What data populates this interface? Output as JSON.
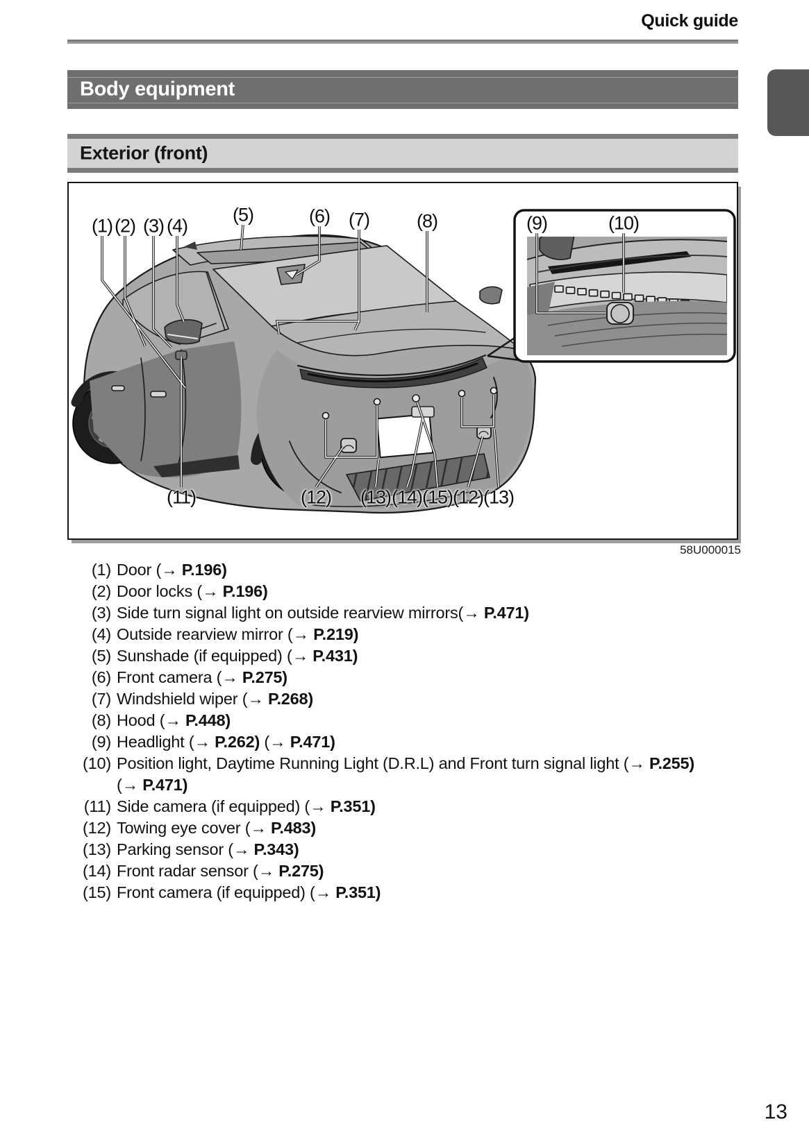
{
  "header": {
    "title": "Quick guide"
  },
  "section": {
    "title": "Body equipment"
  },
  "subsection": {
    "title": "Exterior (front)"
  },
  "figure": {
    "code": "58U000015",
    "callouts_top": [
      "(1)",
      "(2)",
      "(3)",
      "(4)",
      "(5)",
      "(6)",
      "(7)",
      "(8)"
    ],
    "callouts_inset": [
      "(9)",
      "(10)"
    ],
    "callouts_bottom": [
      "(11)",
      "(12)",
      "(13)",
      "(14)",
      "(15)",
      "(12)",
      "(13)"
    ]
  },
  "legend": {
    "items": [
      {
        "num": "(1)",
        "segments": [
          {
            "t": "Door (→ ",
            "b": false
          },
          {
            "t": "P.196)",
            "b": true
          }
        ]
      },
      {
        "num": "(2)",
        "segments": [
          {
            "t": "Door locks (→ ",
            "b": false
          },
          {
            "t": "P.196)",
            "b": true
          }
        ]
      },
      {
        "num": "(3)",
        "segments": [
          {
            "t": "Side turn signal light on outside rearview mirrors(→ ",
            "b": false
          },
          {
            "t": "P.471)",
            "b": true
          }
        ]
      },
      {
        "num": "(4)",
        "segments": [
          {
            "t": "Outside rearview mirror (→ ",
            "b": false
          },
          {
            "t": "P.219)",
            "b": true
          }
        ]
      },
      {
        "num": "(5)",
        "segments": [
          {
            "t": "Sunshade (if equipped) (→ ",
            "b": false
          },
          {
            "t": "P.431)",
            "b": true
          }
        ]
      },
      {
        "num": "(6)",
        "segments": [
          {
            "t": "Front camera (→ ",
            "b": false
          },
          {
            "t": "P.275)",
            "b": true
          }
        ]
      },
      {
        "num": "(7)",
        "segments": [
          {
            "t": "Windshield wiper (→ ",
            "b": false
          },
          {
            "t": "P.268)",
            "b": true
          }
        ]
      },
      {
        "num": "(8)",
        "segments": [
          {
            "t": "Hood (→ ",
            "b": false
          },
          {
            "t": "P.448)",
            "b": true
          }
        ]
      },
      {
        "num": "(9)",
        "segments": [
          {
            "t": "Headlight (→ ",
            "b": false
          },
          {
            "t": "P.262)",
            "b": true
          },
          {
            "t": " (→ ",
            "b": false
          },
          {
            "t": "P.471)",
            "b": true
          }
        ]
      },
      {
        "num": "(10)",
        "segments": [
          {
            "t": "Position light, Daytime Running Light (D.R.L) and Front turn signal light (→ ",
            "b": false
          },
          {
            "t": "P.255)",
            "b": true
          },
          {
            "br": true
          },
          {
            "t": "(→ ",
            "b": false
          },
          {
            "t": "P.471)",
            "b": true
          }
        ]
      },
      {
        "num": "(11)",
        "segments": [
          {
            "t": "Side camera (if equipped) (→ ",
            "b": false
          },
          {
            "t": "P.351)",
            "b": true
          }
        ]
      },
      {
        "num": "(12)",
        "segments": [
          {
            "t": "Towing eye cover (→ ",
            "b": false
          },
          {
            "t": "P.483)",
            "b": true
          }
        ]
      },
      {
        "num": "(13)",
        "segments": [
          {
            "t": "Parking sensor (→ ",
            "b": false
          },
          {
            "t": "P.343)",
            "b": true
          }
        ]
      },
      {
        "num": "(14)",
        "segments": [
          {
            "t": "Front radar sensor (→ ",
            "b": false
          },
          {
            "t": "P.275)",
            "b": true
          }
        ]
      },
      {
        "num": "(15)",
        "segments": [
          {
            "t": "Front camera (if equipped) (→ ",
            "b": false
          },
          {
            "t": "P.351)",
            "b": true
          }
        ]
      }
    ]
  },
  "footer": {
    "page_number": "13"
  },
  "colors": {
    "section_banner": "#6f6f6f",
    "section_banner_text": "#ffffff",
    "subsection_band": "#7b7b7b",
    "subsection_bg": "#d3d3d3",
    "header_rule": "#8a8a8a",
    "side_tab": "#575757",
    "figure_border": "#161616",
    "figure_shadow": "#9c9c9c",
    "text": "#111111"
  }
}
